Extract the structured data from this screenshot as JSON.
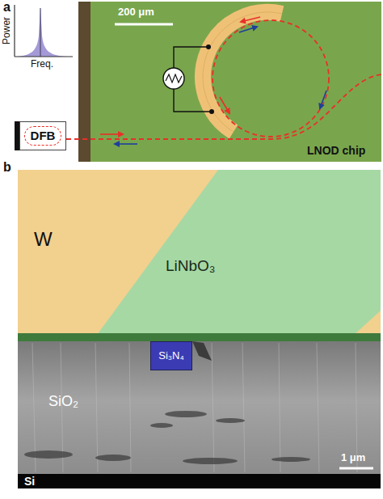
{
  "diagram": {
    "nodes": [
      {
        "text": [
          "LNOD chip"
        ]
      },
      {
        "text": [
          "DFB"
        ]
      },
      {
        "text": [
          "W"
        ]
      },
      {
        "text": [
          "LiNbO₃"
        ]
      },
      {
        "text": [
          "SiO₂"
        ]
      },
      {
        "text": [
          "Si₃N₄"
        ],
        "in": 4
      },
      {
        "text": [
          "Si"
        ]
      }
    ],
    "labels": [
      "a",
      "200 μm",
      "Power",
      "Freq.",
      "b",
      "1 μm"
    ]
  }
}
